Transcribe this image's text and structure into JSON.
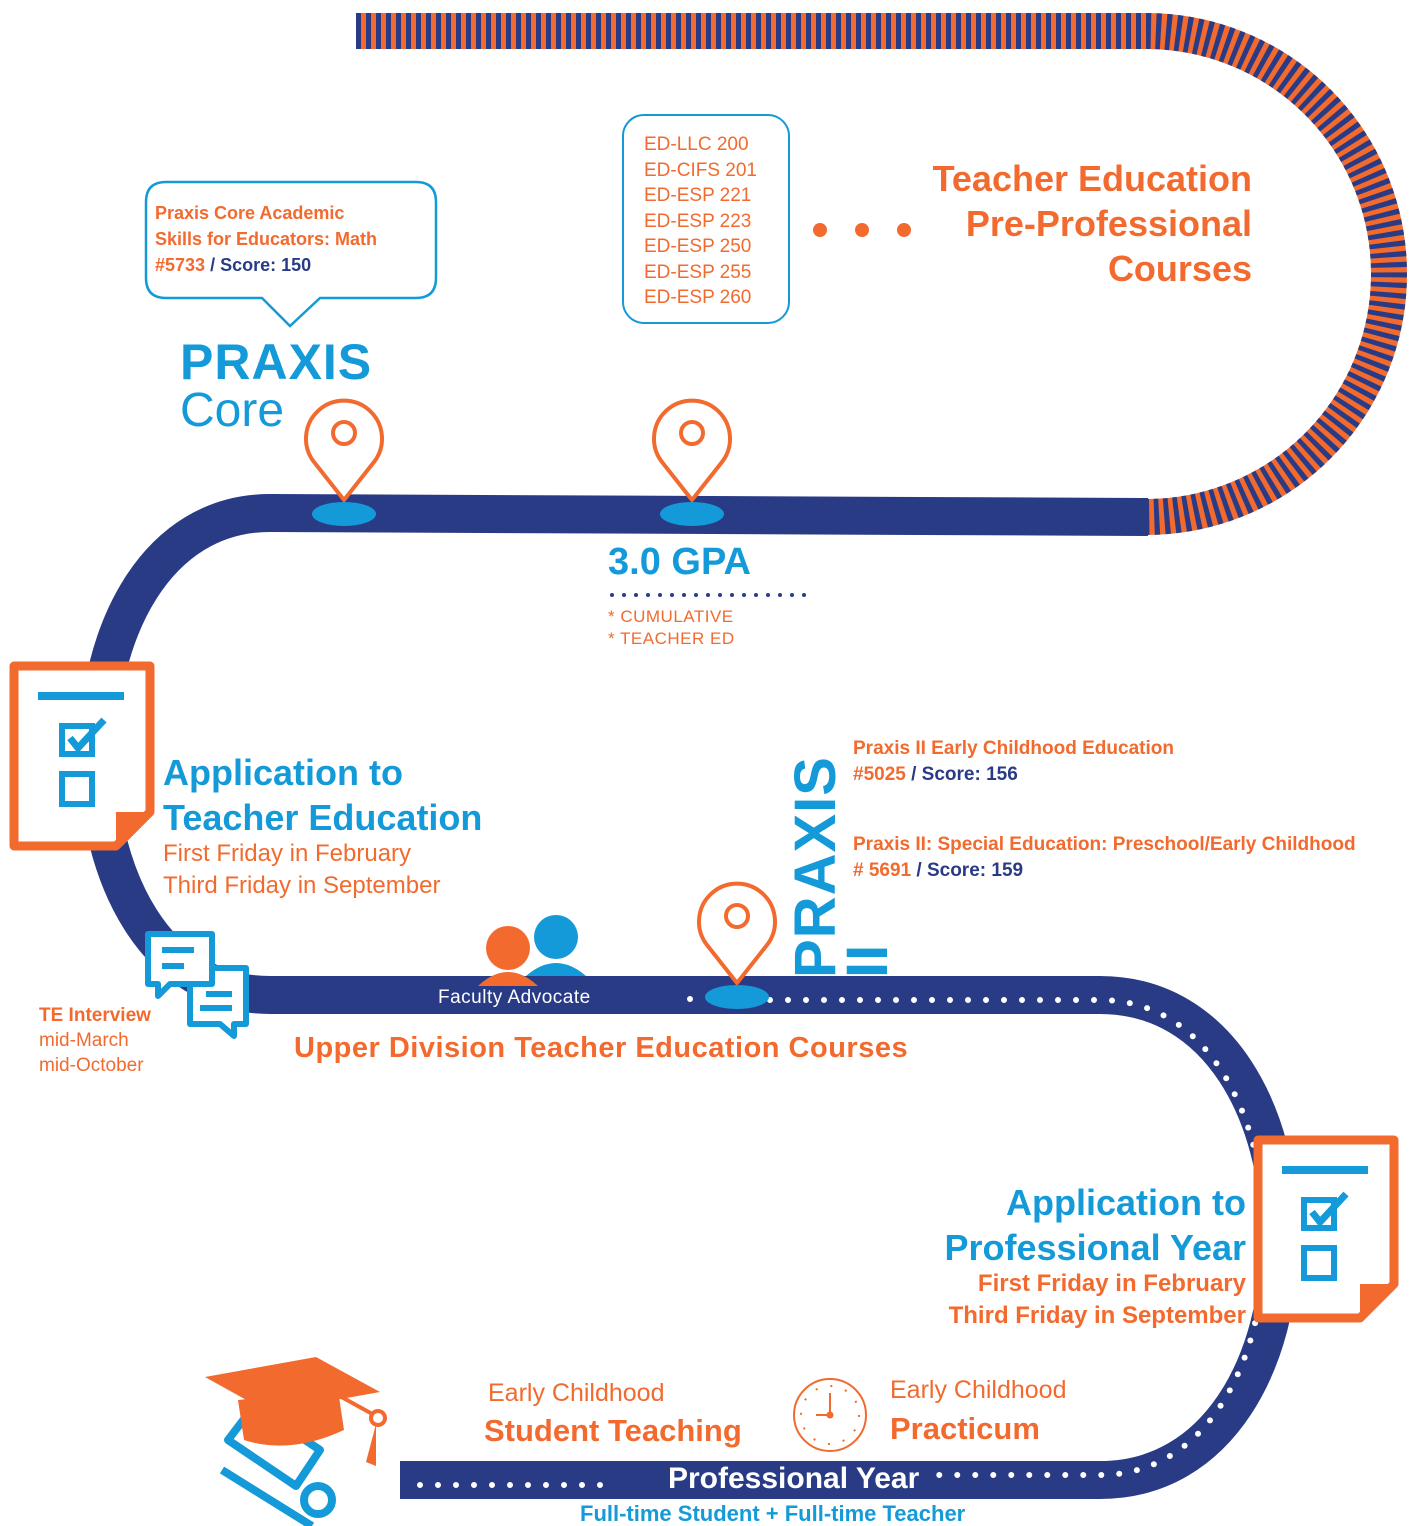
{
  "pre_professional": {
    "title_lines": [
      "Teacher Education",
      "Pre-Professional",
      "Courses"
    ],
    "courses": [
      "ED-LLC 200",
      "ED-CIFS 201",
      "ED-ESP 221",
      "ED-ESP 223",
      "ED-ESP 250",
      "ED-ESP 255",
      "ED-ESP 260"
    ]
  },
  "praxis_core": {
    "label_bold": "PRAXIS",
    "label_light": "Core",
    "bubble_lines": [
      "Praxis Core Academic",
      "Skills for Educators: Math"
    ],
    "test_number": "#5733",
    "score": "/ Score: 150"
  },
  "gpa": {
    "title": "3.0 GPA",
    "items": [
      "* CUMULATIVE",
      "* TEACHER ED"
    ]
  },
  "application_te": {
    "title_lines": [
      "Application to",
      "Teacher Education"
    ],
    "dates": [
      "First Friday in February",
      "Third Friday in September"
    ]
  },
  "praxis_ii": {
    "vertical_label": "PRAXIS II",
    "tests": [
      {
        "name": "Praxis II Early Childhood Education",
        "number": "#5025",
        "score": "/ Score: 156"
      },
      {
        "name": "Praxis II: Special Education: Preschool/Early Childhood",
        "number": "# 5691",
        "score": "/ Score: 159"
      }
    ]
  },
  "te_interview": {
    "title": "TE Interview",
    "dates": [
      "mid-March",
      "mid-October"
    ]
  },
  "faculty_advocate": {
    "label": "Faculty Advocate"
  },
  "upper_division": {
    "title": "Upper Division Teacher Education Courses"
  },
  "application_py": {
    "title_lines": [
      "Application to",
      "Professional Year"
    ],
    "dates": [
      "First Friday in February",
      "Third Friday in September"
    ]
  },
  "student_teaching": {
    "subtitle": "Early Childhood",
    "title": "Student Teaching"
  },
  "practicum": {
    "subtitle": "Early Childhood",
    "title": "Practicum"
  },
  "professional_year": {
    "title": "Professional Year",
    "subtitle": "Full-time Student + Full-time Teacher"
  },
  "colors": {
    "orange": "#f26a2e",
    "navy": "#2a3b86",
    "blue": "#149ad8"
  },
  "icons": [
    "map-pin-icon",
    "checklist-document-icon",
    "chat-bubbles-icon",
    "people-icon",
    "clock-icon",
    "graduation-cap-icon",
    "diploma-icon"
  ]
}
